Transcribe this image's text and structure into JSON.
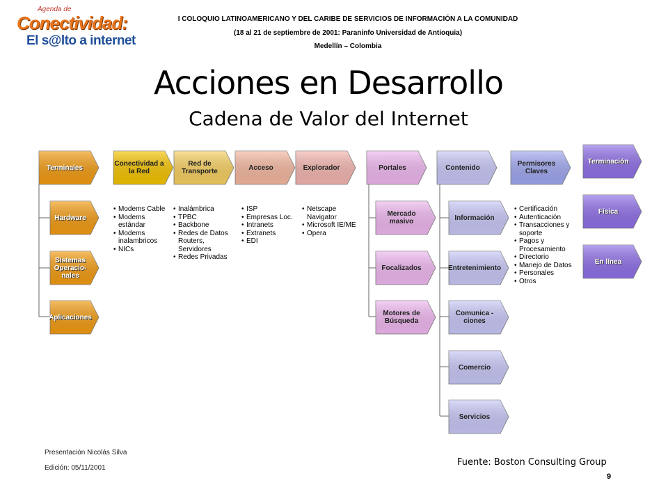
{
  "logo": {
    "small": "Agenda de",
    "main": "Conectividad:",
    "sub": "El s@lto a internet"
  },
  "header": {
    "line1": "I COLOQUIO LATINOAMERICANO Y DEL CARIBE DE SERVICIOS DE INFORMACIÓN A LA COMUNIDAD",
    "line2": "(18 al 21 de septiembre de 2001: Paraninfo Universidad de Antioquia)",
    "line3": "Medellín – Colombia"
  },
  "title": "Acciones en Desarrollo",
  "subtitle": "Cadena de Valor del Internet",
  "chain": [
    {
      "label": "Terminales",
      "color": "#f39c12"
    },
    {
      "label": "Conectividad a la Red",
      "color": "#f5c400"
    },
    {
      "label": "Red de Transporte",
      "color": "#f8d060"
    },
    {
      "label": "Acceso",
      "color": "#f5b8a0"
    },
    {
      "label": "Explorador",
      "color": "#f5b6b0"
    },
    {
      "label": "Portales",
      "color": "#f0b8f0"
    },
    {
      "label": "Contenido",
      "color": "#c8c8f8"
    },
    {
      "label": "Permisores Claves",
      "color": "#a0a8f0"
    },
    {
      "label": "Terminación",
      "color": "#9070e8"
    }
  ],
  "terminales_sub": [
    {
      "label": "Hardware",
      "color": "#f39c12"
    },
    {
      "label": "Sistemas Operacio-nales",
      "color": "#f39c12"
    },
    {
      "label": "Aplicaciones",
      "color": "#f39c12"
    }
  ],
  "portales_sub": [
    {
      "label": "Mercado masivo",
      "color": "#f0b8f0"
    },
    {
      "label": "Focalizados",
      "color": "#f0b8f0"
    },
    {
      "label": "Motores de Búsqueda",
      "color": "#f0b8f0"
    }
  ],
  "contenido_sub": [
    {
      "label": "Información",
      "color": "#c8c8f8"
    },
    {
      "label": "Entretenimiento",
      "color": "#c8c8f8"
    },
    {
      "label": "Comunica - ciones",
      "color": "#c8c8f8"
    },
    {
      "label": "Comercio",
      "color": "#c8c8f8"
    },
    {
      "label": "Servicios",
      "color": "#c8c8f8"
    }
  ],
  "terminacion_sub": [
    {
      "label": "Física",
      "color": "#9070e8"
    },
    {
      "label": "En línea",
      "color": "#9070e8"
    }
  ],
  "lists": {
    "conectividad": [
      "Modems Cable",
      "Modems estándar",
      "Modems inalambricos",
      "NICs"
    ],
    "red": [
      "Inalámbrica",
      "TPBC",
      "Backbone",
      "Redes de Datos Routers, Servidores",
      "Redes Privadas"
    ],
    "acceso": [
      "ISP",
      "Empresas Loc.",
      "Intranets",
      "Extranets",
      "EDI"
    ],
    "explorador": [
      "Netscape Navigator",
      "Microsoft IE/ME",
      "Opera"
    ],
    "permisores": [
      "Certificación",
      "Autenticación",
      "Transacciones y soporte",
      "Pagos y Procesamiento",
      "Directorio",
      "Manejo de Datos",
      "Personales",
      "Otros"
    ]
  },
  "footer": {
    "presenter": "Presentación Nicolás Silva",
    "edition": "Edición: 05/11/2001",
    "source": "Fuente: Boston Consulting Group",
    "page": "9"
  }
}
